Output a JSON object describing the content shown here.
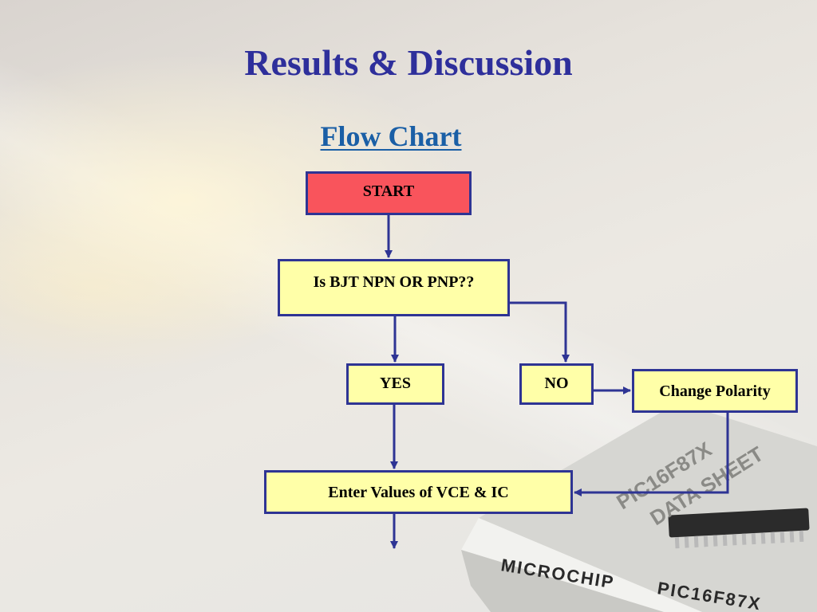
{
  "slide": {
    "title": "Results & Discussion",
    "subtitle": "Flow Chart"
  },
  "flowchart": {
    "start": "START",
    "question": "Is BJT NPN OR PNP??",
    "yes": "YES",
    "no": "NO",
    "change_polarity": "Change Polarity",
    "enter_values": "Enter Values of VCE & IC"
  },
  "background": {
    "book_brand": "MICROCHIP",
    "book_model": "PIC16F87X",
    "book_cover_line1": "PIC16F87X",
    "book_cover_line2": "DATA SHEET"
  },
  "colors": {
    "title": "#2e2f9b",
    "subtitle": "#1a5fa6",
    "box_border": "#2e3494",
    "box_fill": "#ffffa8",
    "start_fill": "#f9545c",
    "connector": "#2e3494"
  }
}
